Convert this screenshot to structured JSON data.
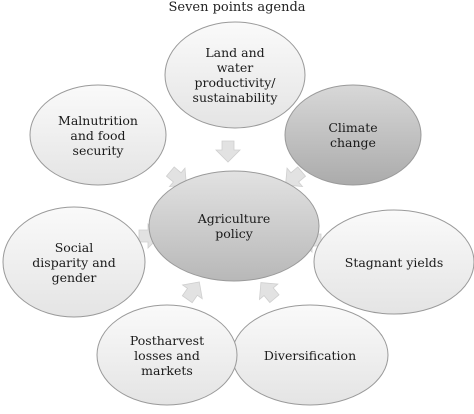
{
  "title": "Seven points agenda",
  "center": {
    "label": "Agriculture\npolicy"
  },
  "nodes": [
    {
      "id": "land-water",
      "label": "Land and\nwater\nproductivity/\nsustainability"
    },
    {
      "id": "climate",
      "label": "Climate\nchange"
    },
    {
      "id": "stagnant",
      "label": "Stagnant yields"
    },
    {
      "id": "diversification",
      "label": "Diversification"
    },
    {
      "id": "postharvest",
      "label": "Postharvest\nlosses and\nmarkets"
    },
    {
      "id": "social",
      "label": "Social\ndisparity and\ngender"
    },
    {
      "id": "malnutrition",
      "label": "Malnutrition\nand food\nsecurity"
    }
  ],
  "colors": {
    "light_fill": "#f3f3f3",
    "dark_fill": "#c4c4c4",
    "center_fill": "#d2d2d2",
    "stroke": "#9a9a9a",
    "arrow": "#e2e2e2"
  }
}
